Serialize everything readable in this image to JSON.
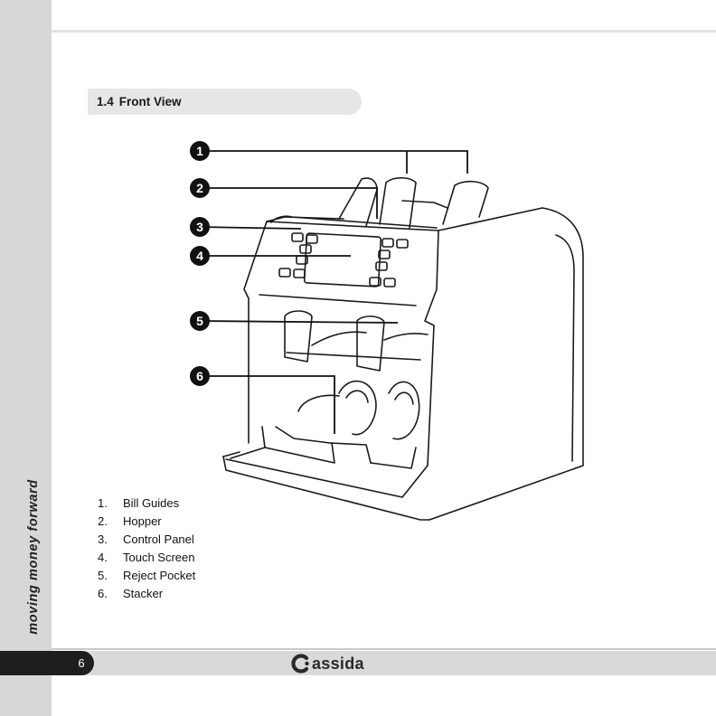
{
  "sidebar": {
    "tagline": "moving money forward"
  },
  "section": {
    "number": "1.4",
    "title": "Front View"
  },
  "figure": {
    "callouts": [
      "1",
      "2",
      "3",
      "4",
      "5",
      "6"
    ]
  },
  "legend": {
    "items": [
      {
        "num": "1.",
        "label": "Bill Guides"
      },
      {
        "num": "2.",
        "label": "Hopper"
      },
      {
        "num": "3.",
        "label": "Control Panel"
      },
      {
        "num": "4.",
        "label": "Touch Screen"
      },
      {
        "num": "5.",
        "label": "Reject Pocket"
      },
      {
        "num": "6.",
        "label": "Stacker"
      }
    ]
  },
  "footer": {
    "page_number": "6",
    "brand": "assida"
  },
  "colors": {
    "sidebar": "#d7d7d7",
    "page_tab": "#1e1e1e",
    "section_pill": "#e6e6e6"
  }
}
